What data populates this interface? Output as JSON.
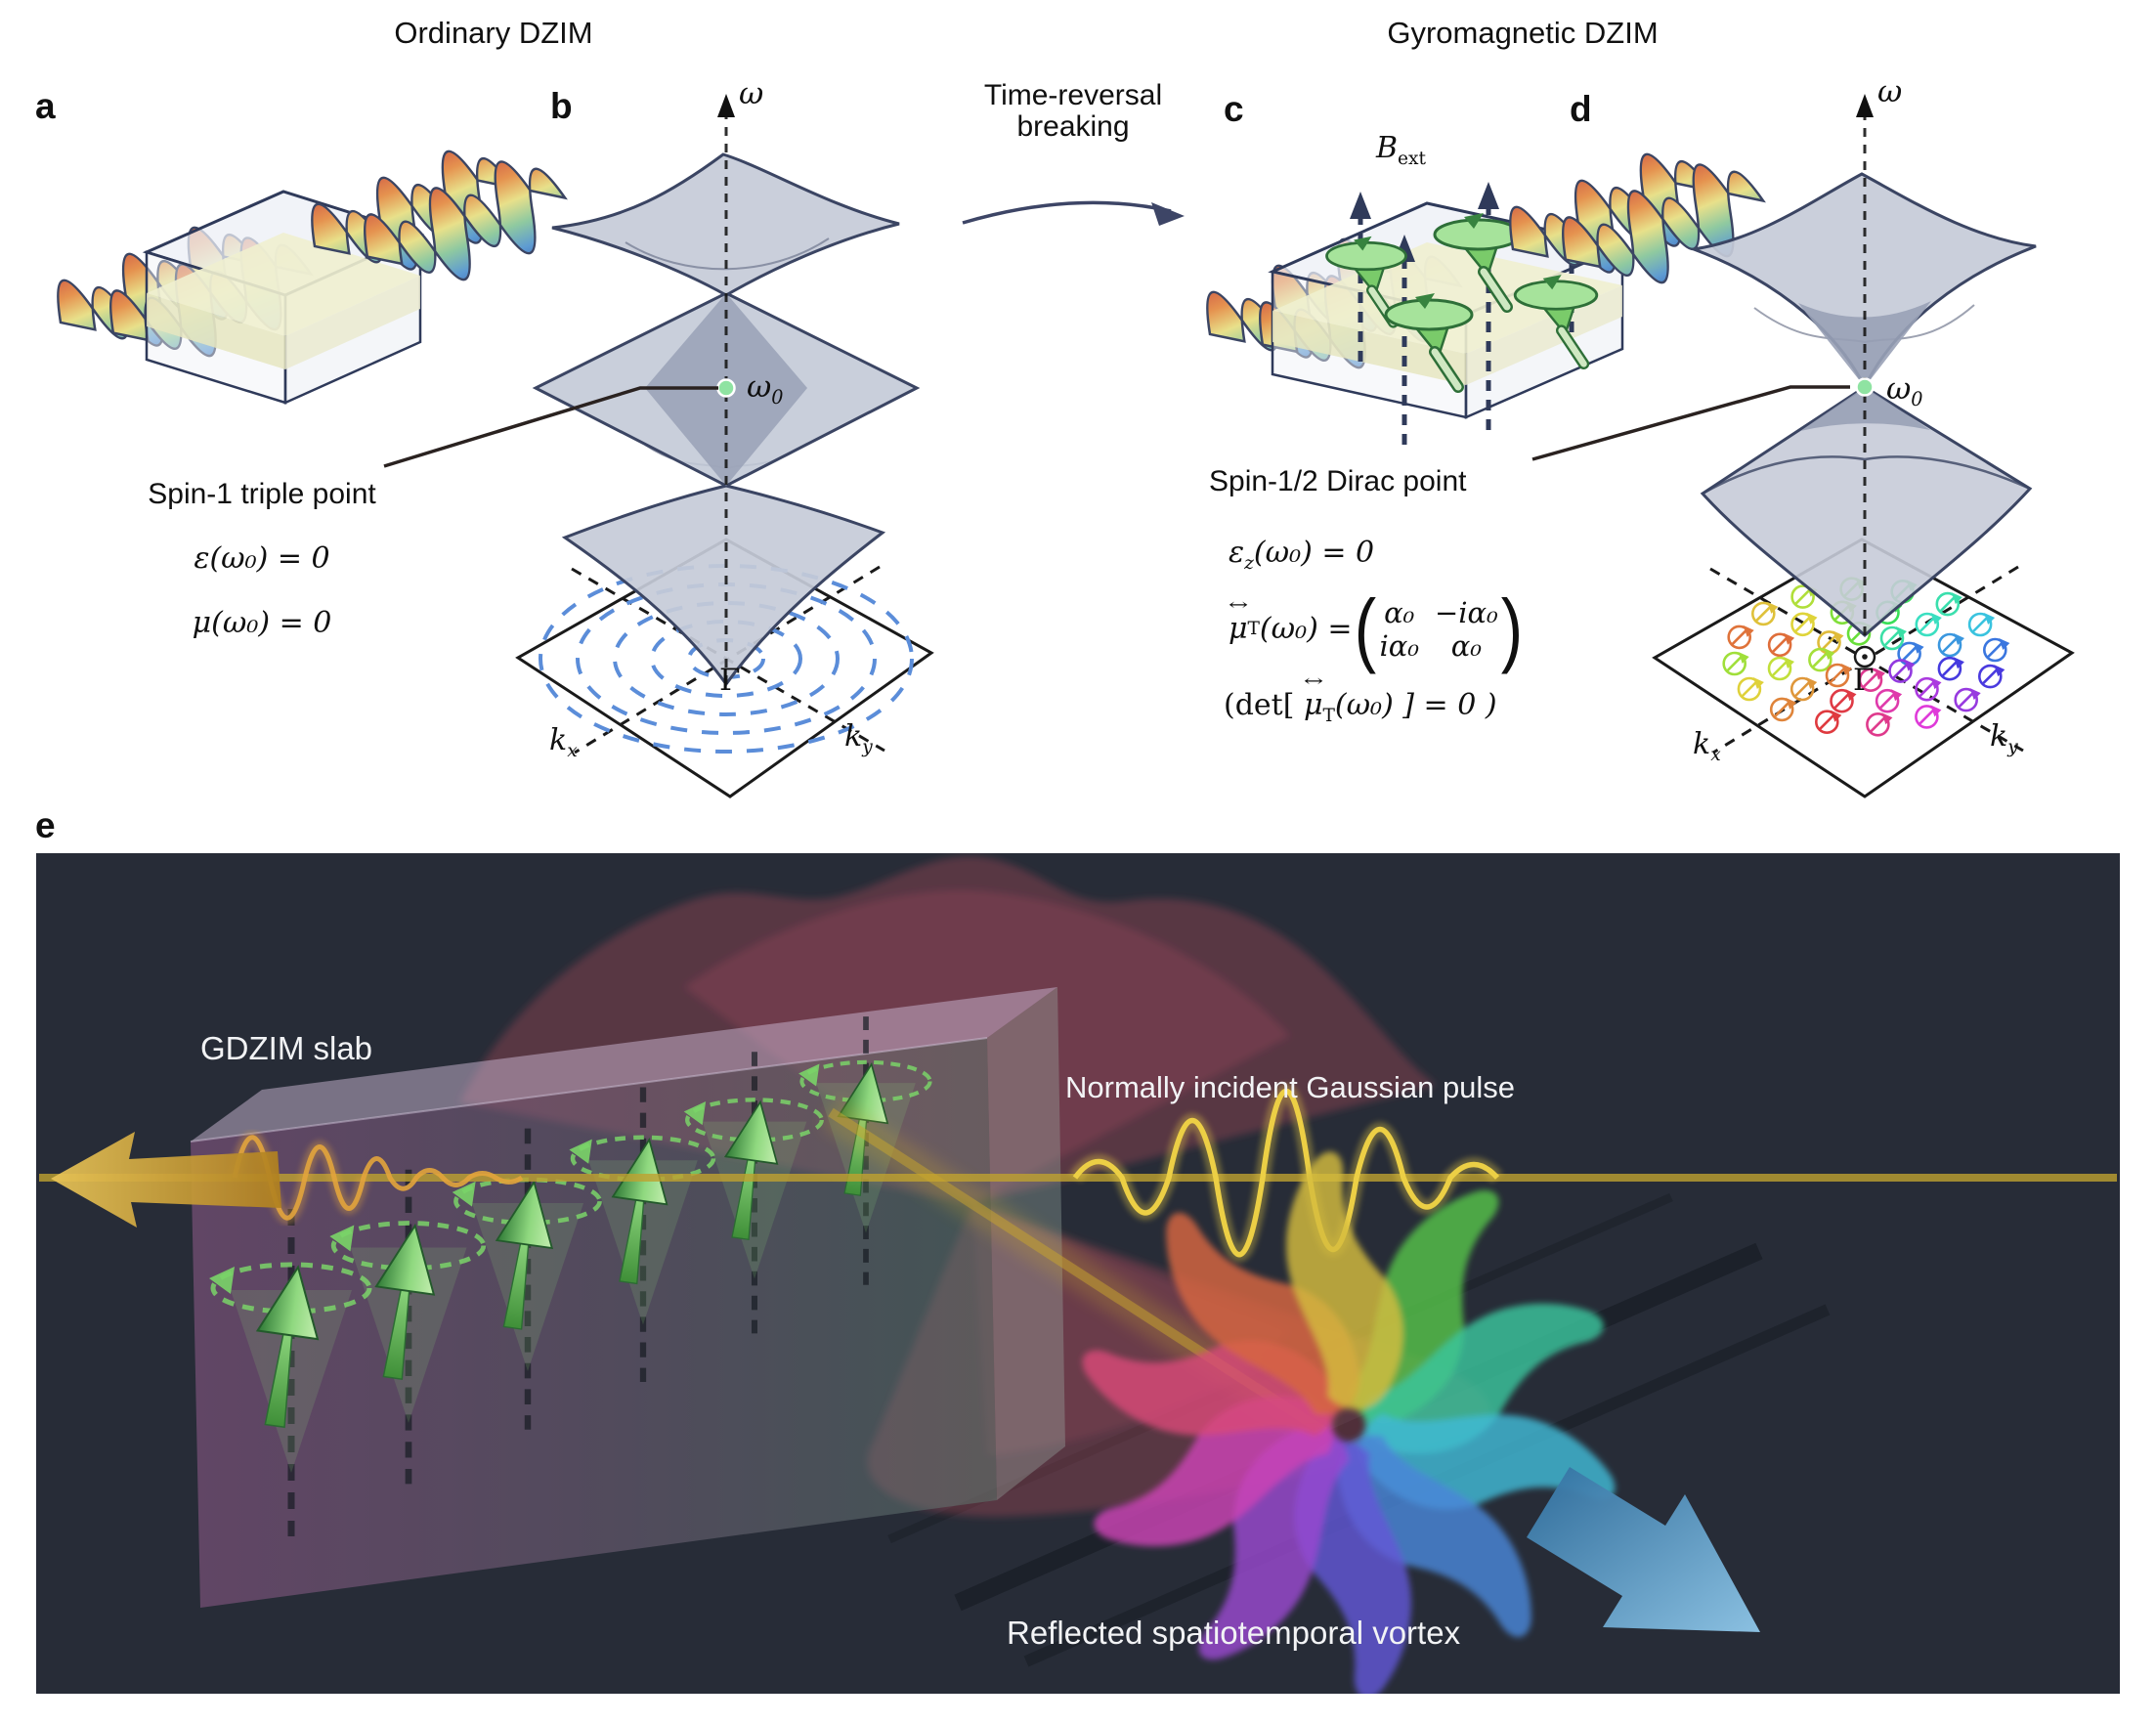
{
  "figure": {
    "titles": {
      "left": "Ordinary DZIM",
      "right": "Gyromagnetic DZIM"
    },
    "panel_labels": {
      "a": "a",
      "b": "b",
      "c": "c",
      "d": "d",
      "e": "e"
    },
    "transition_arrow": {
      "line1": "Time-reversal",
      "line2": "breaking"
    },
    "axes": {
      "omega": "ω",
      "omega0": {
        "main": "ω",
        "sub": "0"
      },
      "gamma": "Γ",
      "kx": {
        "main": "k",
        "sub": "x"
      },
      "ky": {
        "main": "k",
        "sub": "y"
      }
    },
    "field_label": {
      "main": "B",
      "sub": "ext"
    },
    "left_annotation": {
      "title": "Spin-1 triple point",
      "eq_epsilon": "ε(ω₀) = 0",
      "eq_mu": "μ(ω₀) = 0"
    },
    "right_annotation": {
      "title": "Spin-1/2 Dirac point",
      "eq_epsilon": {
        "main": "ε",
        "sub": "z",
        "rest": "(ω₀) = 0"
      },
      "eq_mu_matrix": {
        "vec_arrow": "↔",
        "mu": "μ",
        "sub": "T",
        "rest": "(ω₀) = ",
        "lparen": "(",
        "rparen": ")",
        "m11": "α₀",
        "m12": "−iα₀",
        "m21": "iα₀",
        "m22": "α₀"
      },
      "eq_det": {
        "open": "(det[ ",
        "vec_arrow": "↔",
        "mu": "μ",
        "sub": "T",
        "close": "(ω₀) ] = 0 )"
      }
    },
    "panel_e_labels": {
      "slab": "GDZIM slab",
      "incident": "Normally incident Gaussian pulse",
      "reflected": "Reflected spatiotemporal vortex"
    },
    "colors": {
      "surface_fill": "#c6cbd8",
      "surface_stroke": "#3b4563",
      "band_dark": "#99a1b6",
      "point_green": "#8fe3a2",
      "iso_frequency_blue": "#5b8dd9",
      "dark_panel_bg": "#272c37",
      "beam_yellow": "#d9b832",
      "cone_red": "#c94b60",
      "spin_green": "#6cc25b",
      "arrow_blue": "#57a3d9",
      "vortex_palette": [
        "#55c24a",
        "#3cc49c",
        "#3fb9d6",
        "#4a86d8",
        "#6158d6",
        "#9a48d0",
        "#cc44b4",
        "#d84878",
        "#d8663f",
        "#d4bc3e"
      ]
    }
  }
}
